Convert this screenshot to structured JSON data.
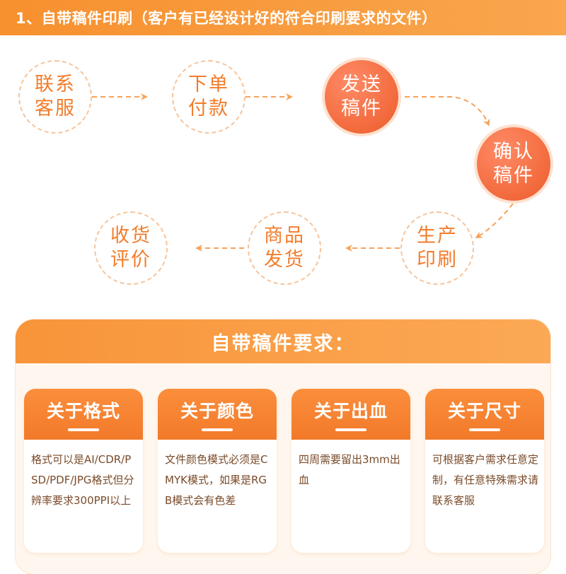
{
  "header": {
    "title": "1、自带稿件印刷（客户有已经设计好的符合印刷要求的文件）"
  },
  "flow": {
    "steps": [
      {
        "label": "联系客服",
        "state": "plain"
      },
      {
        "label": "下单付款",
        "state": "plain"
      },
      {
        "label": "发送稿件",
        "state": "active"
      },
      {
        "label": "确认稿件",
        "state": "active"
      },
      {
        "label": "生产印刷",
        "state": "plain"
      },
      {
        "label": "商品发货",
        "state": "plain"
      },
      {
        "label": "收货评价",
        "state": "plain"
      }
    ]
  },
  "requirements": {
    "title": "自带稿件要求：",
    "cards": [
      {
        "title": "关于格式",
        "body": "格式可以是AI/CDR/PSD/PDF/JPG格式但分辨率要求300PPI以上"
      },
      {
        "title": "关于颜色",
        "body": "文件颜色模式必须是CMYK模式，如果是RGB模式会有色差"
      },
      {
        "title": "关于出血",
        "body": "四周需要留出3mm出血"
      },
      {
        "title": "关于尺寸",
        "body": "可根据客户需求任意定制，有任意特殊需求请联系客服"
      }
    ]
  },
  "colors": {
    "accent": "#f7902e",
    "active_node": "#f26a3c",
    "dashed": "#f7a25a"
  }
}
